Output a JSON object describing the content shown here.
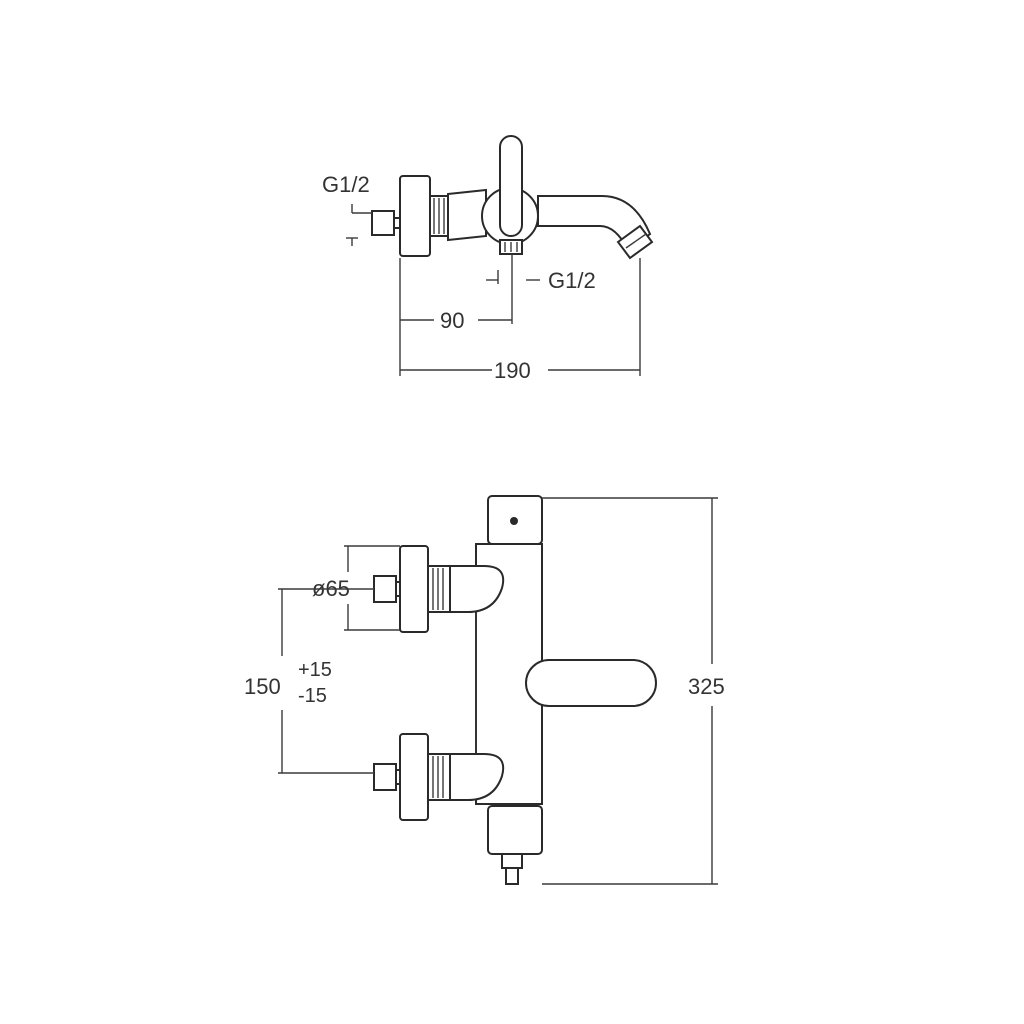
{
  "top_view": {
    "inlet_left_label": "G1/2",
    "inlet_bottom_label": "G1/2",
    "dim_90": "90",
    "dim_190": "190"
  },
  "front_view": {
    "diameter_label": "ø65",
    "spacing_value": "150",
    "spacing_tol_plus": "+15",
    "spacing_tol_minus": "-15",
    "height_value": "325"
  }
}
